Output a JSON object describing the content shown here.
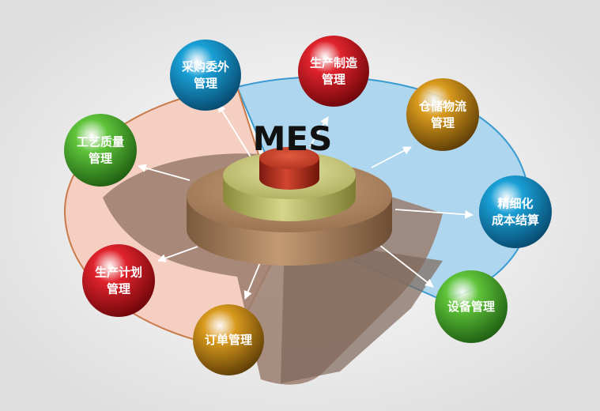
{
  "center": {
    "title": "MES"
  },
  "modules": [
    {
      "id": "procurement",
      "lines": [
        "采购委外",
        "管理"
      ],
      "color": "#1aa0d6",
      "dark": "#06466a"
    },
    {
      "id": "production-mfg",
      "lines": [
        "生产制造",
        "管理"
      ],
      "color": "#e0232c",
      "dark": "#6a0509"
    },
    {
      "id": "warehouse",
      "lines": [
        "仓储物流",
        "管理"
      ],
      "color": "#d99a1d",
      "dark": "#5a3a05"
    },
    {
      "id": "cost",
      "lines": [
        "精细化",
        "成本结算"
      ],
      "color": "#1aa0d6",
      "dark": "#06466a"
    },
    {
      "id": "equipment",
      "lines": [
        "设备管理"
      ],
      "color": "#5fc43a",
      "dark": "#1c5a10"
    },
    {
      "id": "order",
      "lines": [
        "订单管理"
      ],
      "color": "#d99a1d",
      "dark": "#5a3a05"
    },
    {
      "id": "production-plan",
      "lines": [
        "生产计划",
        "管理"
      ],
      "color": "#e0232c",
      "dark": "#6a0509"
    },
    {
      "id": "quality",
      "lines": [
        "工艺质量",
        "管理"
      ],
      "color": "#5fc43a",
      "dark": "#1c5a10"
    }
  ]
}
